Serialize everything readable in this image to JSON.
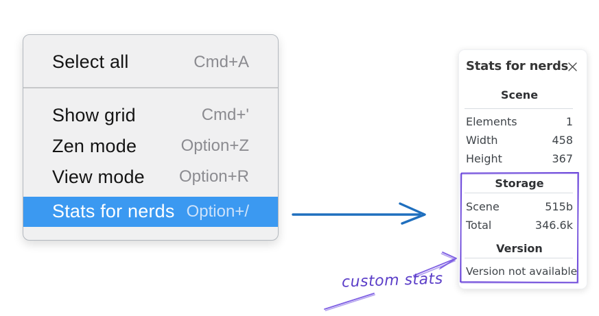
{
  "context_menu": {
    "items": [
      {
        "label": "Select all",
        "shortcut": "Cmd+A"
      },
      {
        "label": "Show grid",
        "shortcut": "Cmd+'"
      },
      {
        "label": "Zen mode",
        "shortcut": "Option+Z"
      },
      {
        "label": "View mode",
        "shortcut": "Option+R"
      },
      {
        "label": "Stats for nerds",
        "shortcut": "Option+/"
      }
    ],
    "highlighted_item": "Stats for nerds",
    "highlight_color": "#3b99f1"
  },
  "stats_panel": {
    "title": "Stats for nerds",
    "sections": {
      "scene": {
        "heading": "Scene",
        "rows": [
          {
            "label": "Elements",
            "value": "1"
          },
          {
            "label": "Width",
            "value": "458"
          },
          {
            "label": "Height",
            "value": "367"
          }
        ]
      },
      "storage": {
        "heading": "Storage",
        "rows": [
          {
            "label": "Scene",
            "value": "515b"
          },
          {
            "label": "Total",
            "value": "346.6k"
          }
        ]
      },
      "version": {
        "heading": "Version",
        "note": "Version not available"
      }
    }
  },
  "annotations": {
    "label": "custom stats",
    "colors": {
      "blue_arrow": "#1f6fbe",
      "purple": "#6741d9",
      "purple_light": "#7e5fe3"
    }
  }
}
